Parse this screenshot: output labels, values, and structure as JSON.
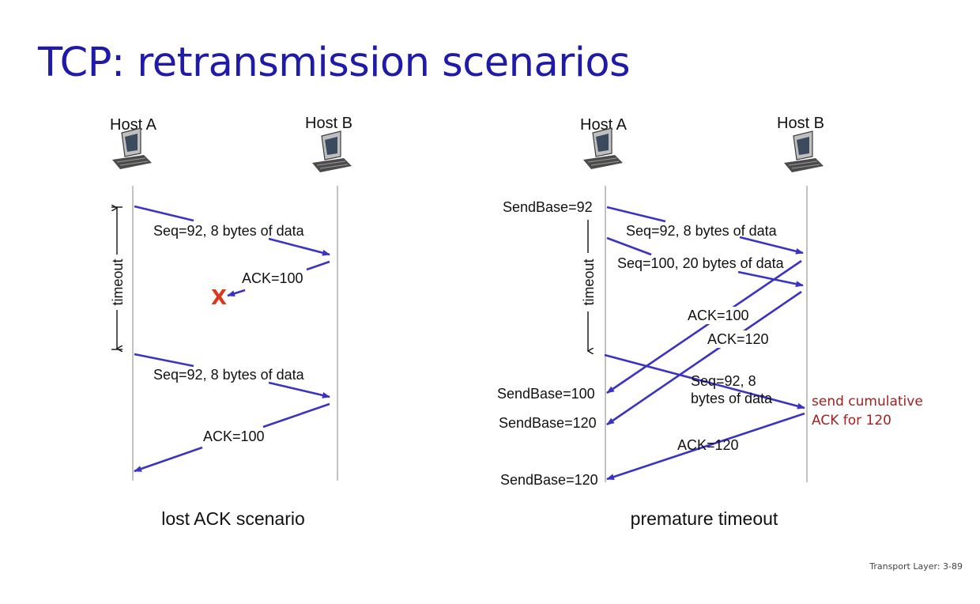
{
  "title": "TCP: retransmission scenarios",
  "footer": "Transport Layer: 3-89",
  "left": {
    "host_a": "Host A",
    "host_b": "Host B",
    "timeout_label": "timeout",
    "msg_seq1": "Seq=92, 8 bytes of data",
    "msg_ack_lost": "ACK=100",
    "loss_mark": "X",
    "msg_seq2": "Seq=92, 8 bytes of data",
    "msg_ack2": "ACK=100",
    "caption": "lost ACK scenario"
  },
  "right": {
    "host_a": "Host A",
    "host_b": "Host B",
    "timeout_label": "timeout",
    "sendbase_92": "SendBase=92",
    "msg_seq1": "Seq=92, 8 bytes of data",
    "msg_seq2": "Seq=100, 20 bytes of data",
    "msg_ack100": "ACK=100",
    "msg_ack120": "ACK=120",
    "msg_seq_retx_line1": "Seq=92,  8",
    "msg_seq_retx_line2": "bytes of data",
    "sendbase_100": "SendBase=100",
    "sendbase_120a": "SendBase=120",
    "note_line1": "send cumulative",
    "note_line2": "ACK for 120",
    "msg_ack_final": "ACK=120",
    "sendbase_120b": "SendBase=120",
    "caption": "premature timeout"
  },
  "colors": {
    "title": "#1f1aa8",
    "arrow": "#3a33c4",
    "loss_mark": "#d93a1e",
    "note": "#a32020"
  }
}
